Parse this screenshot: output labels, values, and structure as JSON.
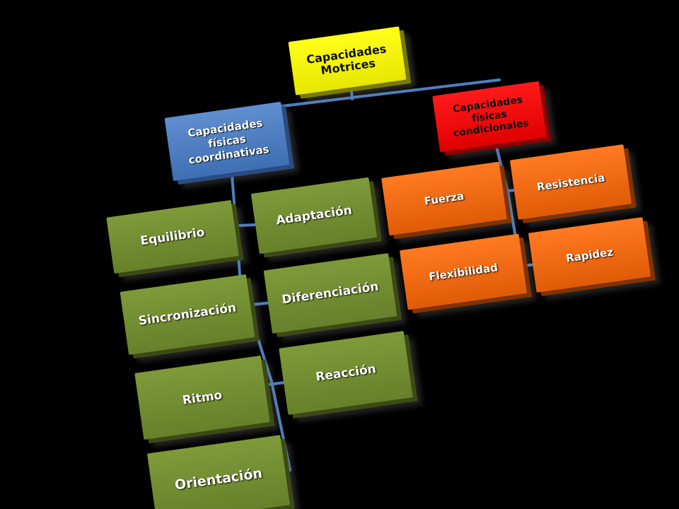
{
  "root": {
    "line1": "Capacidades",
    "line2": "Motrices"
  },
  "coordinativas": {
    "line1": "Capacidades",
    "line2": "físicas",
    "line3": "coordinativas"
  },
  "condicionales": {
    "line1": "Capacidades",
    "line2": "físicas",
    "line3": "condicionales"
  },
  "coordinative_items": {
    "equilibrio": "Equilibrio",
    "adaptacion": "Adaptación",
    "sincronizacion": "Sincronización",
    "diferenciacion": "Diferenciación",
    "ritmo": "Ritmo",
    "reaccion": "Reacción",
    "orientacion": "Orientación"
  },
  "conditional_items": {
    "fuerza": "Fuerza",
    "resistencia": "Resistencia",
    "flexibilidad": "Flexibilidad",
    "rapidez": "Rapidez"
  },
  "colors": {
    "background": "#000000",
    "root": "#ffff00",
    "coordinativas": "#4f7fc1",
    "condicionales": "#ff0000",
    "coordinative_item": "#76923c",
    "conditional_item": "#f26b10",
    "connector": "#3f6fb3"
  }
}
